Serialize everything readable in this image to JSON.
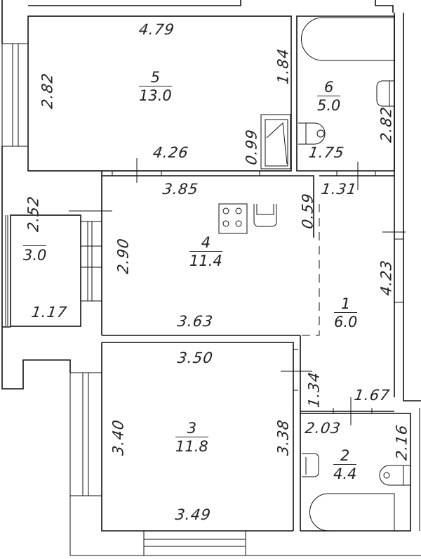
{
  "rooms": [
    {
      "number": "1",
      "area": "6.0"
    },
    {
      "number": "2",
      "area": "4.4"
    },
    {
      "number": "3",
      "area": "11.8"
    },
    {
      "number": "4",
      "area": "11.4"
    },
    {
      "number": "5",
      "area": "13.0"
    },
    {
      "number": "6",
      "area": "5.0"
    },
    {
      "number": "",
      "area": "3.0"
    }
  ],
  "dims": {
    "r5_top": "4.79",
    "r5_left": "2.82",
    "r5_right": "1.84",
    "r5_bottom": "4.26",
    "closet": "0.99",
    "r6_right": "2.82",
    "r6_bottom": "1.75",
    "r4_top": "3.85",
    "r4_left": "2.90",
    "r4_bottom": "3.63",
    "r4_niche": "0.59",
    "r1_top": "1.31",
    "r1_right": "4.23",
    "balc_h": "2.52",
    "balc_w": "1.17",
    "r3_top": "3.50",
    "r3_left": "3.40",
    "r3_right": "3.38",
    "r3_bottom": "3.49",
    "corr": "1.34",
    "r2_top": "1.67",
    "r2_w": "2.03",
    "r2_right": "2.16"
  }
}
